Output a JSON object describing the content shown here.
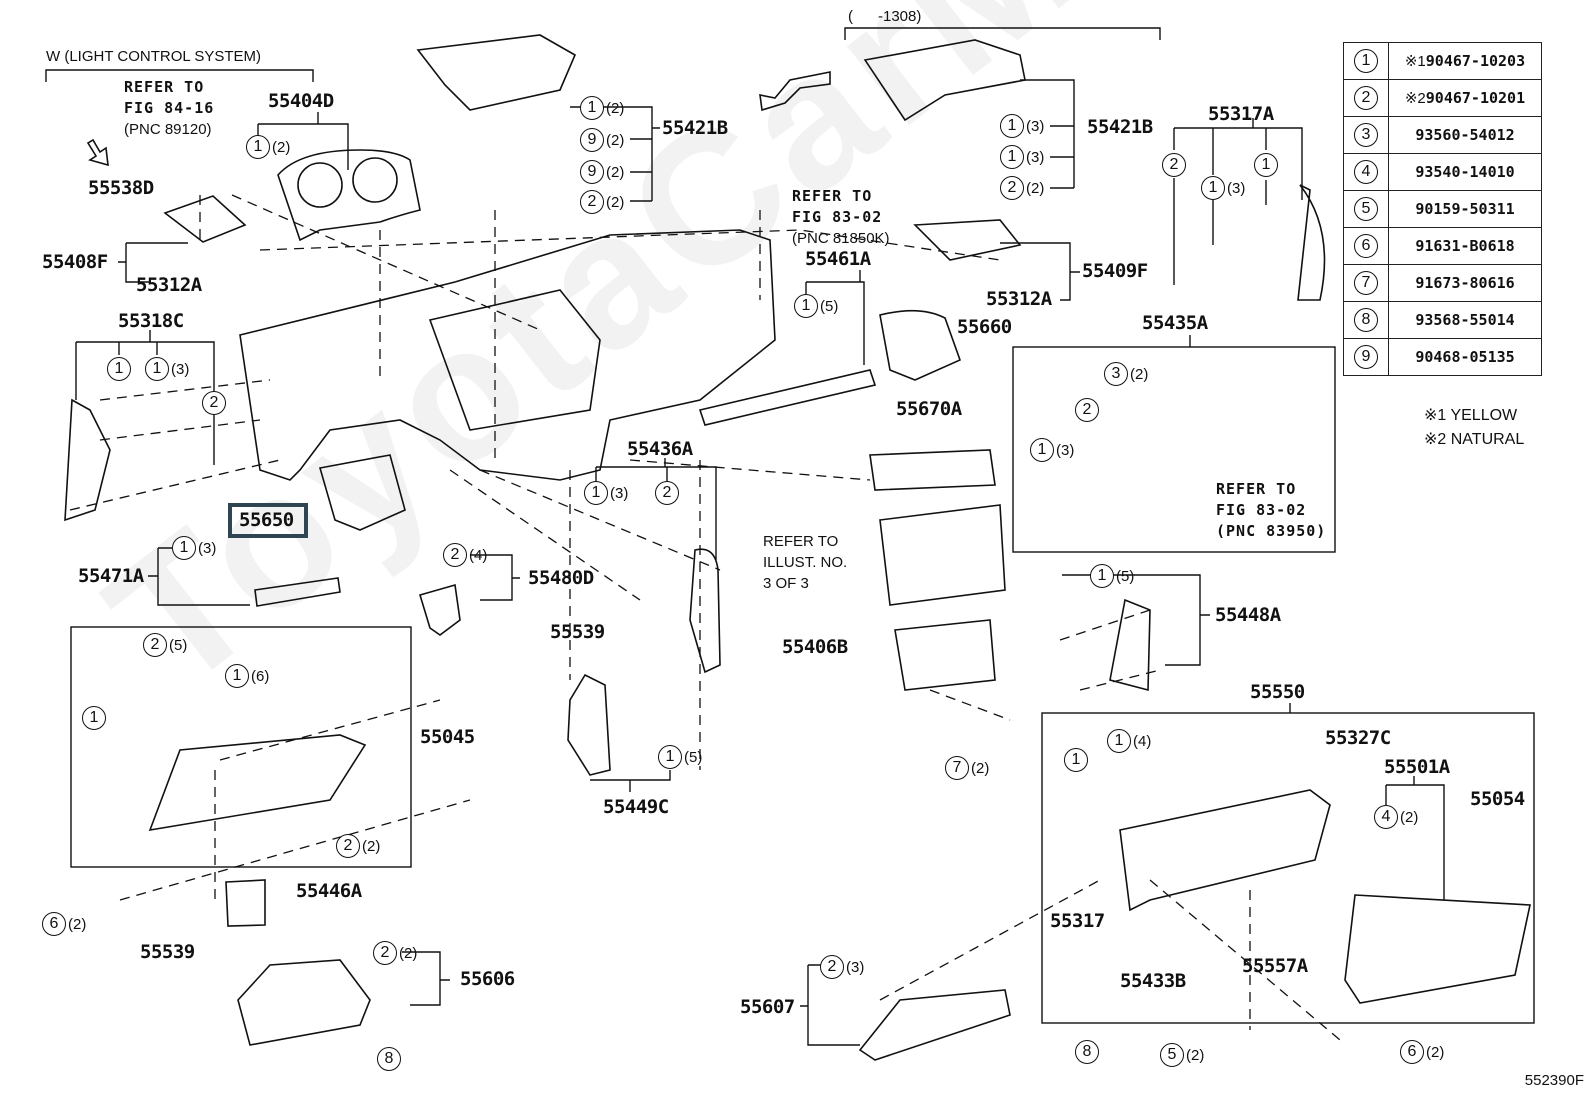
{
  "figure_id": "552390F",
  "watermark": "ToyotaCarMiner",
  "highlighted_part": "55650",
  "notes": {
    "light_control": "W (LIGHT CONTROL SYSTEM)",
    "refer_84_16": "REFER TO\nFIG 84-16",
    "pnc_89120": "(PNC 89120)",
    "date_range": "(      -1308)",
    "refer_83_02_a": "REFER TO\nFIG 83-02",
    "pnc_81850k": "(PNC 81850K)",
    "refer_83_02_b": "REFER TO\nFIG 83-02\n(PNC 83950)",
    "refer_illust": "REFER TO\nILLUST. NO.\n3 OF 3"
  },
  "footnotes": [
    "※1 YELLOW",
    "※2 NATURAL"
  ],
  "legend": [
    {
      "ref": "1",
      "mark": "※1",
      "part": "90467-10203"
    },
    {
      "ref": "2",
      "mark": "※2",
      "part": "90467-10201"
    },
    {
      "ref": "3",
      "mark": "",
      "part": "93560-54012"
    },
    {
      "ref": "4",
      "mark": "",
      "part": "93540-14010"
    },
    {
      "ref": "5",
      "mark": "",
      "part": "90159-50311"
    },
    {
      "ref": "6",
      "mark": "",
      "part": "91631-B0618"
    },
    {
      "ref": "7",
      "mark": "",
      "part": "91673-80616"
    },
    {
      "ref": "8",
      "mark": "",
      "part": "93568-55014"
    },
    {
      "ref": "9",
      "mark": "",
      "part": "90468-05135"
    }
  ],
  "part_labels": [
    "55404D",
    "55538D",
    "55408F",
    "55312A",
    "55421B",
    "55421B",
    "55409F",
    "55312A",
    "55461A",
    "55660",
    "55317A",
    "55435A",
    "55318C",
    "55650",
    "55471A",
    "55480D",
    "55539",
    "55436A",
    "55670A",
    "55406B",
    "55448A",
    "55045",
    "55449C",
    "55446A",
    "55539",
    "55606",
    "55550",
    "55327C",
    "55501A",
    "55054",
    "55317",
    "55433B",
    "55557A",
    "55607"
  ],
  "callouts": [
    {
      "ref": "1",
      "qty": "(2)"
    },
    {
      "ref": "1",
      "qty": "(2)"
    },
    {
      "ref": "9",
      "qty": "(2)"
    },
    {
      "ref": "9",
      "qty": "(2)"
    },
    {
      "ref": "2",
      "qty": "(2)"
    },
    {
      "ref": "1",
      "qty": "(3)"
    },
    {
      "ref": "1",
      "qty": "(3)"
    },
    {
      "ref": "2",
      "qty": "(2)"
    },
    {
      "ref": "1",
      "qty": "(5)"
    },
    {
      "ref": "2",
      "qty": ""
    },
    {
      "ref": "1",
      "qty": "(3)"
    },
    {
      "ref": "1",
      "qty": ""
    },
    {
      "ref": "3",
      "qty": "(2)"
    },
    {
      "ref": "2",
      "qty": ""
    },
    {
      "ref": "1",
      "qty": "(3)"
    },
    {
      "ref": "1",
      "qty": ""
    },
    {
      "ref": "1",
      "qty": "(3)"
    },
    {
      "ref": "2",
      "qty": ""
    },
    {
      "ref": "1",
      "qty": "(3)"
    },
    {
      "ref": "2",
      "qty": "(4)"
    },
    {
      "ref": "1",
      "qty": "(3)"
    },
    {
      "ref": "2",
      "qty": ""
    },
    {
      "ref": "2",
      "qty": "(5)"
    },
    {
      "ref": "1",
      "qty": "(6)"
    },
    {
      "ref": "1",
      "qty": ""
    },
    {
      "ref": "2",
      "qty": "(2)"
    },
    {
      "ref": "1",
      "qty": "(5)"
    },
    {
      "ref": "1",
      "qty": "(5)"
    },
    {
      "ref": "7",
      "qty": "(2)"
    },
    {
      "ref": "6",
      "qty": "(2)"
    },
    {
      "ref": "2",
      "qty": "(2)"
    },
    {
      "ref": "8",
      "qty": ""
    },
    {
      "ref": "1",
      "qty": "(4)"
    },
    {
      "ref": "1",
      "qty": ""
    },
    {
      "ref": "4",
      "qty": "(2)"
    },
    {
      "ref": "2",
      "qty": "(3)"
    },
    {
      "ref": "8",
      "qty": ""
    },
    {
      "ref": "5",
      "qty": "(2)"
    },
    {
      "ref": "6",
      "qty": "(2)"
    }
  ]
}
